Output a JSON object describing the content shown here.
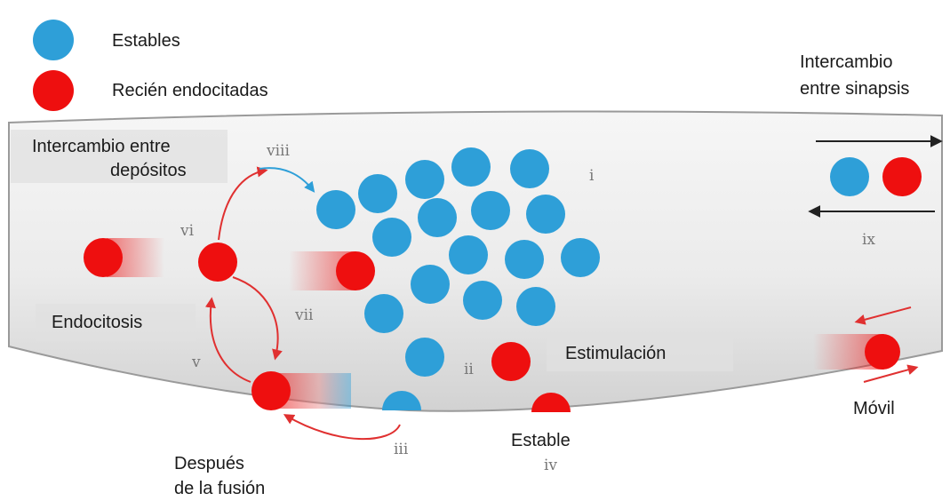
{
  "legend": {
    "stable": "Estables",
    "new": "Recién endocitadas"
  },
  "labels": {
    "exchange_synapses": [
      "Intercambio",
      "entre sinapsis"
    ],
    "exchange_pools": [
      "Intercambio entre",
      "depósitos"
    ],
    "endocytosis": "Endocitosis",
    "stimulation": "Estimulación",
    "mobile": "Móvil",
    "stable": "Estable",
    "after_fusion": [
      "Después",
      "de la fusión"
    ]
  },
  "roman": {
    "i": "i",
    "ii": "ii",
    "iii": "iii",
    "iv": "iv",
    "v": "v",
    "vi": "vi",
    "vii": "vii",
    "viii": "viii",
    "ix": "ix"
  },
  "colors": {
    "stable_vesicle": "#2e9fd8",
    "new_vesicle": "#ee0f0f",
    "arrow_red": "#e03030",
    "arrow_blue": "#2e9fd8",
    "terminal_fill": "#ececec"
  }
}
